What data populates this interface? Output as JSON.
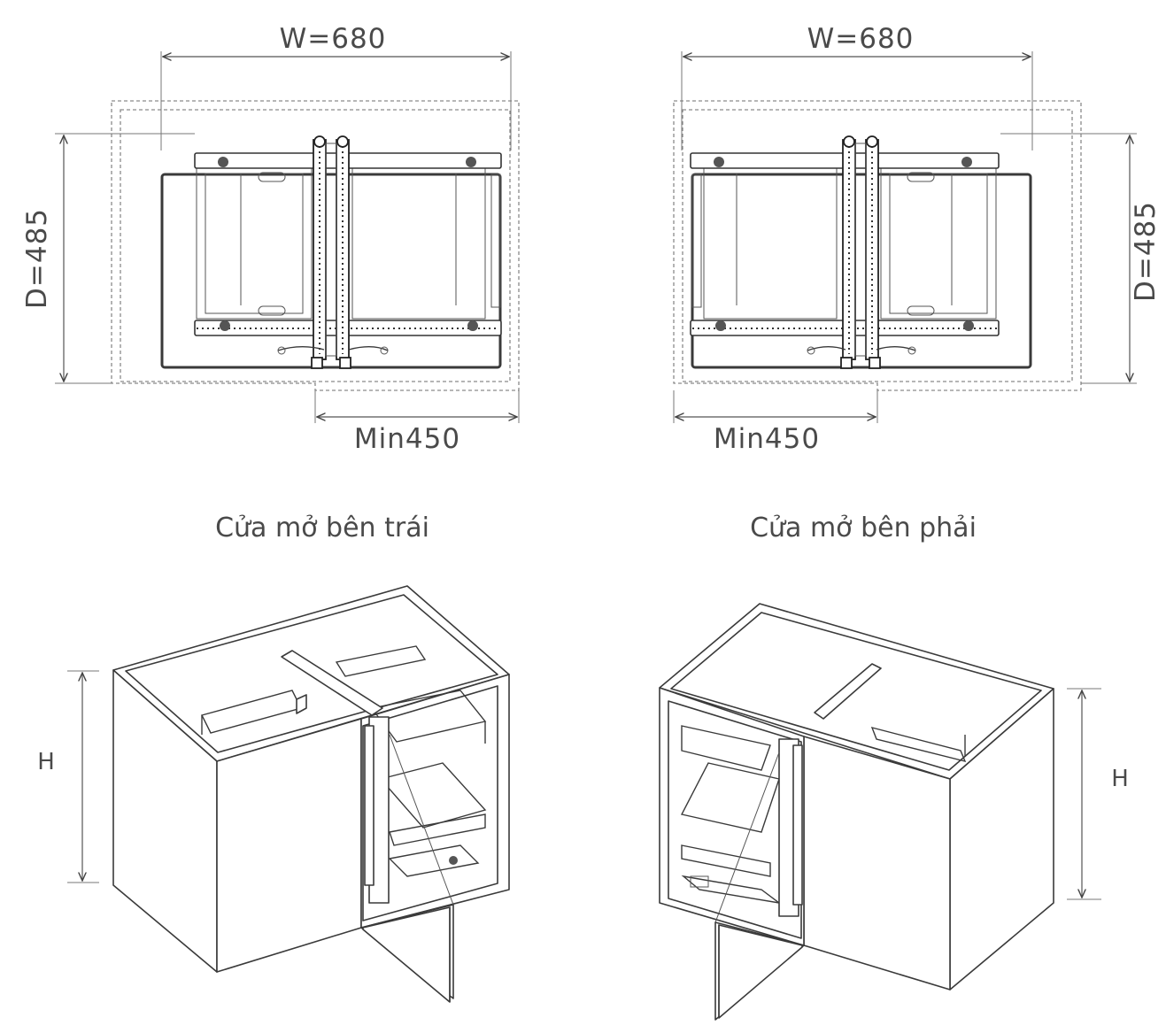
{
  "diagram": {
    "left": {
      "width_label": "W=680",
      "depth_label": "D=485",
      "min_label": "Min450",
      "caption": "Cửa mở bên trái",
      "height_label": "H"
    },
    "right": {
      "width_label": "W=680",
      "depth_label": "D=485",
      "min_label": "Min450",
      "caption": "Cửa mở bên phải",
      "height_label": "H"
    }
  }
}
